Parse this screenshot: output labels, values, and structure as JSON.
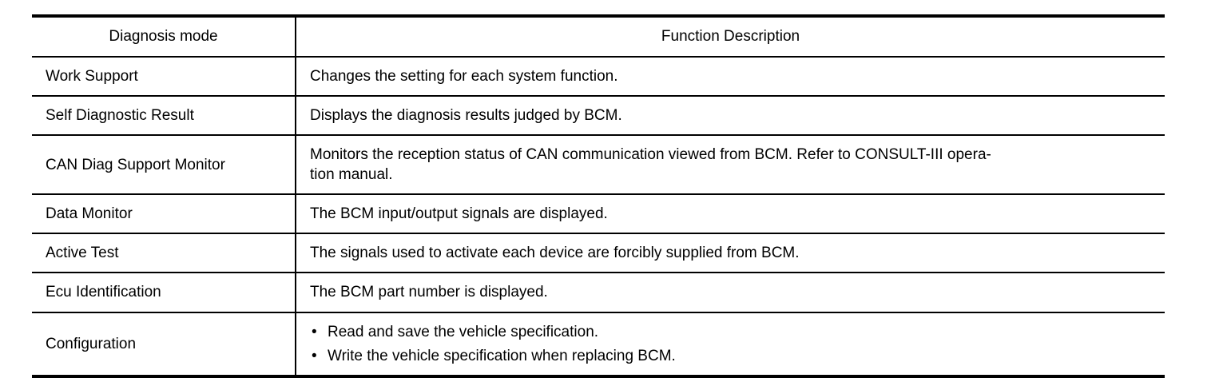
{
  "table": {
    "columns": [
      {
        "key": "mode",
        "label": "Diagnosis mode",
        "align": "center"
      },
      {
        "key": "description",
        "label": "Function Description",
        "align": "center"
      }
    ],
    "rows": [
      {
        "mode": "Work Support",
        "description": "Changes the setting for each system function.",
        "type": "text"
      },
      {
        "mode": "Self Diagnostic Result",
        "description": "Displays the diagnosis results judged by BCM.",
        "type": "text"
      },
      {
        "mode": "CAN Diag Support Monitor",
        "description": "Monitors the reception status of CAN communication viewed from BCM. Refer to CONSULT-III operation manual.",
        "description_line_1": "Monitors the reception status of CAN communication viewed from BCM. Refer to CONSULT-III opera-",
        "description_line_2": "tion manual.",
        "type": "wrapped"
      },
      {
        "mode": "Data Monitor",
        "description": "The BCM input/output signals are displayed.",
        "type": "text"
      },
      {
        "mode": "Active Test",
        "description": "The signals used to activate each device are forcibly supplied from BCM.",
        "type": "text"
      },
      {
        "mode": "Ecu Identification",
        "description": "The BCM part number is displayed.",
        "type": "text"
      },
      {
        "mode": "Configuration",
        "type": "bullets",
        "bullet_marker": "•",
        "bullets": [
          "Read and save the vehicle specification.",
          "Write the vehicle specification when replacing BCM."
        ]
      }
    ]
  },
  "colors": {
    "text": "#000000",
    "background": "#ffffff",
    "rule": "#000000"
  }
}
